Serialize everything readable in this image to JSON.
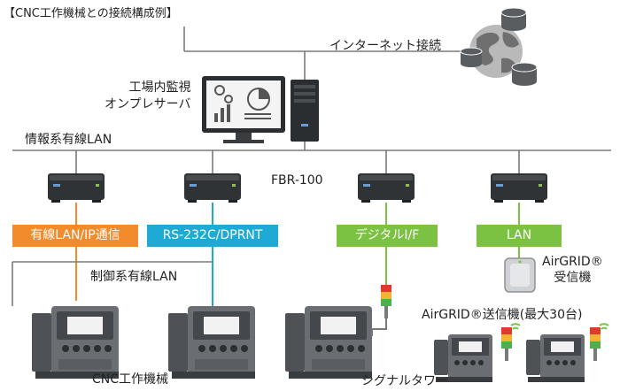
{
  "title": "【CNC工作機械との接続構成例】",
  "internet_label": "インターネット接続",
  "server_label_line1": "工場内監視",
  "server_label_line2": "オンプレサーバ",
  "info_lan_label": "情報系有線LAN",
  "fbr_label": "FBR-100",
  "tags": {
    "wired_lan_ip": "有線LAN/IP通信",
    "rs232c": "RS-232C/DPRNT",
    "digital_if": "デジタルI/F",
    "lan": "LAN"
  },
  "control_lan_label": "制御系有線LAN",
  "airgrid_receiver_line1": "AirGRID®",
  "airgrid_receiver_line2": "受信機",
  "airgrid_transmitter_label": "AirGRID®送信機(最大30台)",
  "cnc_label": "CNC工作機械",
  "signal_tower_label": "シグナルタワー",
  "colors": {
    "orange": "#f28b2b",
    "blue": "#1eaad4",
    "green": "#7cc242",
    "line_gray": "#7a7a7a",
    "device_dark": "#2f3336"
  },
  "icons": [
    "globe-icon",
    "database-icon",
    "monitor-icon",
    "server-tower-icon",
    "router-icon",
    "cnc-machine-icon",
    "signal-tower-icon",
    "wireless-icon",
    "receiver-icon"
  ]
}
